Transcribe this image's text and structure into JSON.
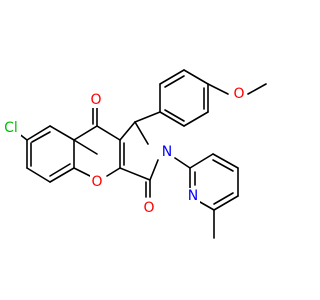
{
  "colors": {
    "carbon_bond": "#000000",
    "oxygen": "#ff0000",
    "nitrogen": "#0000ff",
    "chlorine": "#00c000"
  },
  "atoms": {
    "cl": "Cl",
    "o_ketone": "O",
    "o_methoxy": "O",
    "o_ring": "O",
    "o_lactam": "O",
    "n_lactam": "N",
    "n_pyridine": "N"
  }
}
